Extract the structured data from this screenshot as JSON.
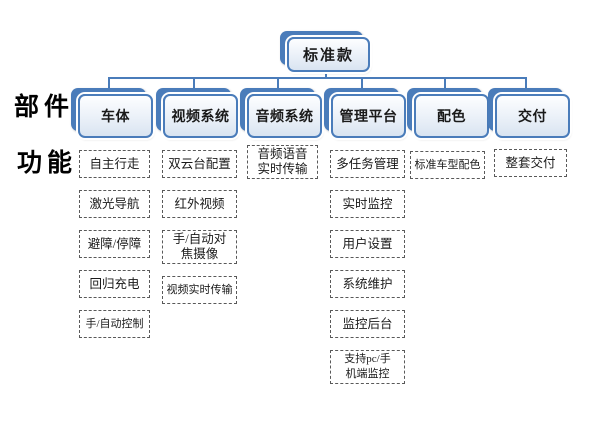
{
  "root": {
    "label": "标准款"
  },
  "row_labels": {
    "parts": "部件",
    "functions": "功能"
  },
  "colors": {
    "accent_blue": "#4A7CBA",
    "card_fill_light": "#E9EFF7",
    "dashed_border": "#595959",
    "text": "#1A1A1A",
    "background": "#FFFFFF"
  },
  "columns": [
    {
      "label": "车体",
      "features": [
        "自主行走",
        "激光导航",
        "避障/停障",
        "回归充电",
        "手/自动控制"
      ]
    },
    {
      "label": "视频系统",
      "features": [
        "双云台配置",
        "红外视频",
        "手/自动对\n焦摄像",
        "视频实时传输"
      ]
    },
    {
      "label": "音频系统",
      "features": [
        "音频语音\n实时传输"
      ]
    },
    {
      "label": "管理平台",
      "features": [
        "多任务管理",
        "实时监控",
        "用户设置",
        "系统维护",
        "监控后台",
        "支持pc/手\n机端监控"
      ]
    },
    {
      "label": "配色",
      "features": [
        "标准车型配色"
      ]
    },
    {
      "label": "交付",
      "features": [
        "整套交付"
      ]
    }
  ]
}
